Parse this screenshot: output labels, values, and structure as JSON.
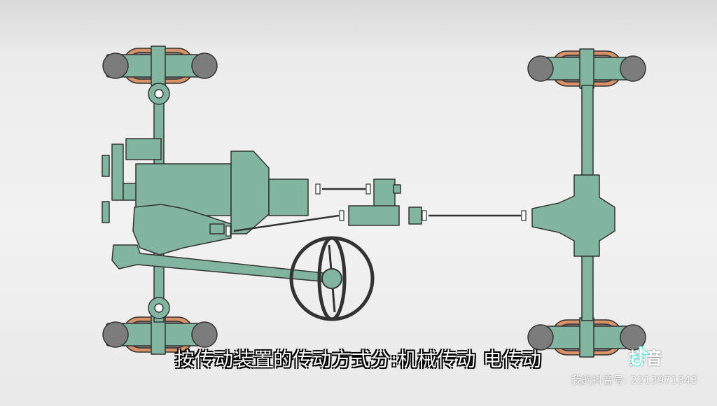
{
  "diagram": {
    "colors": {
      "body": "#82b5a0",
      "outline": "#333333",
      "tire": "#7c7c7c",
      "tire_rim": "#d99268",
      "background": "#f0f0f0"
    },
    "parts": [
      "front-left-wheel",
      "front-right-wheel",
      "rear-left-wheel",
      "rear-right-wheel",
      "front-axle",
      "rear-axle",
      "engine",
      "gearbox",
      "transfer-case",
      "front-driveshaft",
      "rear-driveshaft",
      "rear-differential",
      "steering-wheel",
      "steering-column"
    ]
  },
  "subtitle": "按传动装置的传动方式分:机械传动  电传动",
  "brand": {
    "name": "抖音",
    "logo_icon": "tiktok-note-icon",
    "account_label": "我的抖音号: 2213971343"
  }
}
